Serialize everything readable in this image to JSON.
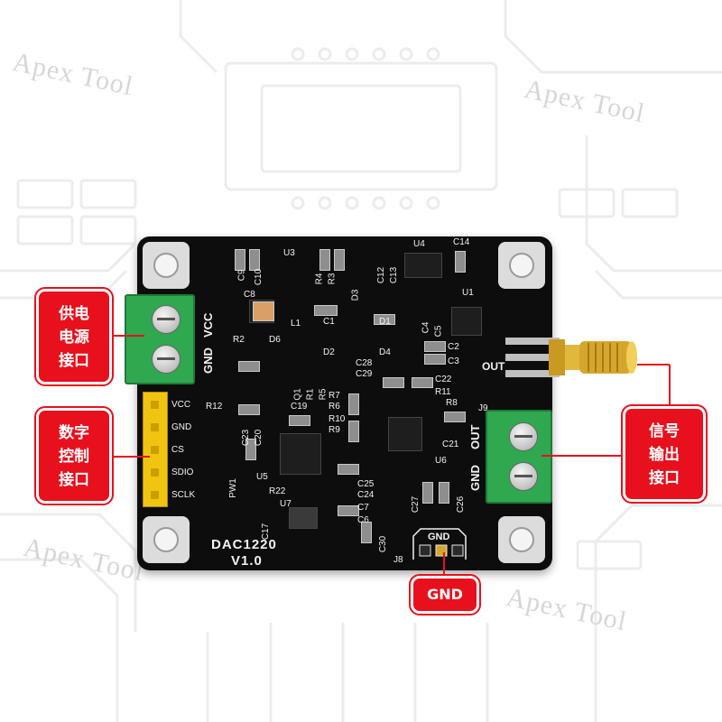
{
  "watermark": "Apex Tool",
  "labels": {
    "power": [
      "供电",
      "电源",
      "接口"
    ],
    "digital": [
      "数字",
      "控制",
      "接口"
    ],
    "signal": [
      "信号",
      "输出",
      "接口"
    ],
    "gnd": "GND"
  },
  "board": {
    "name": "DAC1220",
    "version": "V1.0",
    "header_pins": [
      "VCC",
      "GND",
      "CS",
      "SDIO",
      "SCLK"
    ],
    "power_terminal": [
      "VCC",
      "GND"
    ],
    "output_terminal": [
      "OUT",
      "GND"
    ],
    "sma_label": "OUT",
    "gnd_pad_label": "GND",
    "gnd_pad_ref": "J8",
    "components": [
      "C9",
      "C10",
      "U3",
      "U4",
      "C14",
      "C8",
      "R4",
      "R3",
      "C12",
      "C13",
      "D3",
      "U1",
      "C1",
      "L1",
      "D1",
      "C4",
      "C5",
      "R2",
      "D6",
      "D2",
      "D4",
      "C2",
      "C3",
      "Q1",
      "R1",
      "R5",
      "C28",
      "C29",
      "C22",
      "R11",
      "R7",
      "R6",
      "R10",
      "R9",
      "R8",
      "C19",
      "R12",
      "C23",
      "C20",
      "C21",
      "J9",
      "U6",
      "U5",
      "C25",
      "C24",
      "R22",
      "U7",
      "C27",
      "C26",
      "C17",
      "C7",
      "C6",
      "C30",
      "J8",
      "PW1"
    ]
  },
  "colors": {
    "label_red": "#e8101c",
    "board_black": "#0d0d0d",
    "terminal_green": "#2fa84f",
    "header_yellow": "#f2c412",
    "sma_gold": "#d4a72c"
  }
}
